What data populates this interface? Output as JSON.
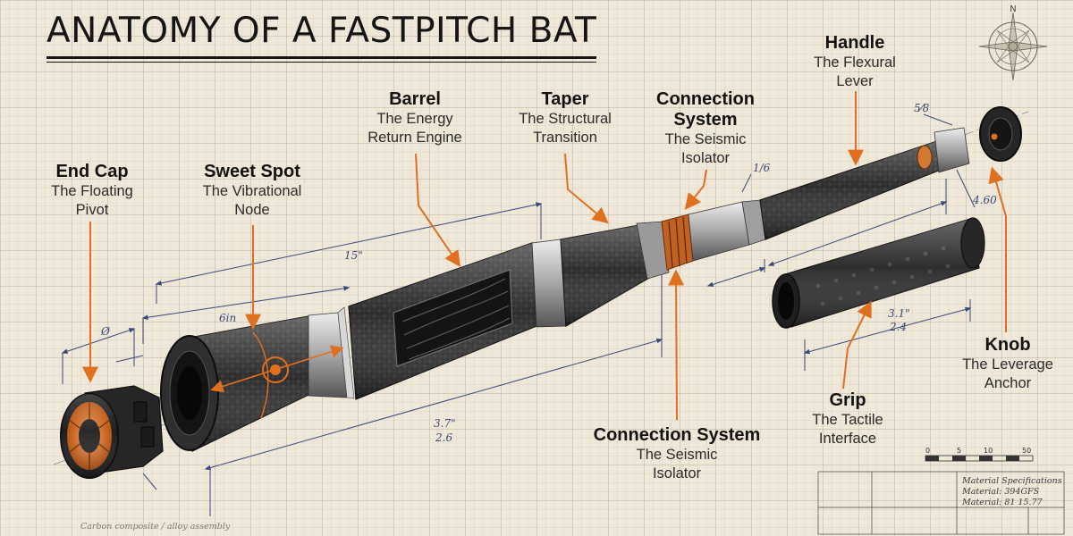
{
  "title": "ANATOMY OF A FASTPITCH BAT",
  "parts": [
    {
      "id": "end-cap",
      "name": "End Cap",
      "line1": "The Floating",
      "line2": "Pivot"
    },
    {
      "id": "sweet-spot",
      "name": "Sweet Spot",
      "line1": "The Vibrational",
      "line2": "Node"
    },
    {
      "id": "barrel",
      "name": "Barrel",
      "line1": "The Energy",
      "line2": "Return Engine"
    },
    {
      "id": "taper",
      "name": "Taper",
      "line1": "The Structural",
      "line2": "Transition"
    },
    {
      "id": "connection-top",
      "name": "Connection System",
      "line1": "The Seismic",
      "line2": "Isolator"
    },
    {
      "id": "handle",
      "name": "Handle",
      "line1": "The Flexural",
      "line2": "Lever"
    },
    {
      "id": "knob",
      "name": "Knob",
      "line1": "The Leverage",
      "line2": "Anchor"
    },
    {
      "id": "grip",
      "name": "Grip",
      "line1": "The Tactile",
      "line2": "Interface"
    },
    {
      "id": "connection-bottom",
      "name": "Connection System",
      "line1": "The Seismic",
      "line2": "Isolator"
    }
  ],
  "dimensions": {
    "barrel_length": "15\"",
    "sweet_spot": "6in",
    "end_cap": "Ø",
    "handle_tip": "5⁄8",
    "connection": "1/6",
    "handle_right": "4.60",
    "grip_length": "3.1\"",
    "grip_sub": "2.4",
    "overall": "3.7\"",
    "overall_sub": "2.6"
  },
  "compass": "N",
  "scale": {
    "ticks": [
      "0",
      "5",
      "10",
      "50"
    ]
  },
  "spec_block": {
    "heading": "Material Specifications",
    "lines": [
      "Material: 394GFS",
      "Material: 81  15.77"
    ]
  },
  "footnote": "Carbon composite / alloy assembly",
  "colors": {
    "accent": "#e0701f",
    "ink": "#1d1d1d",
    "carbon": "#2c2c2c",
    "dimension": "#3a4a78",
    "paper": "#efe7d8"
  }
}
